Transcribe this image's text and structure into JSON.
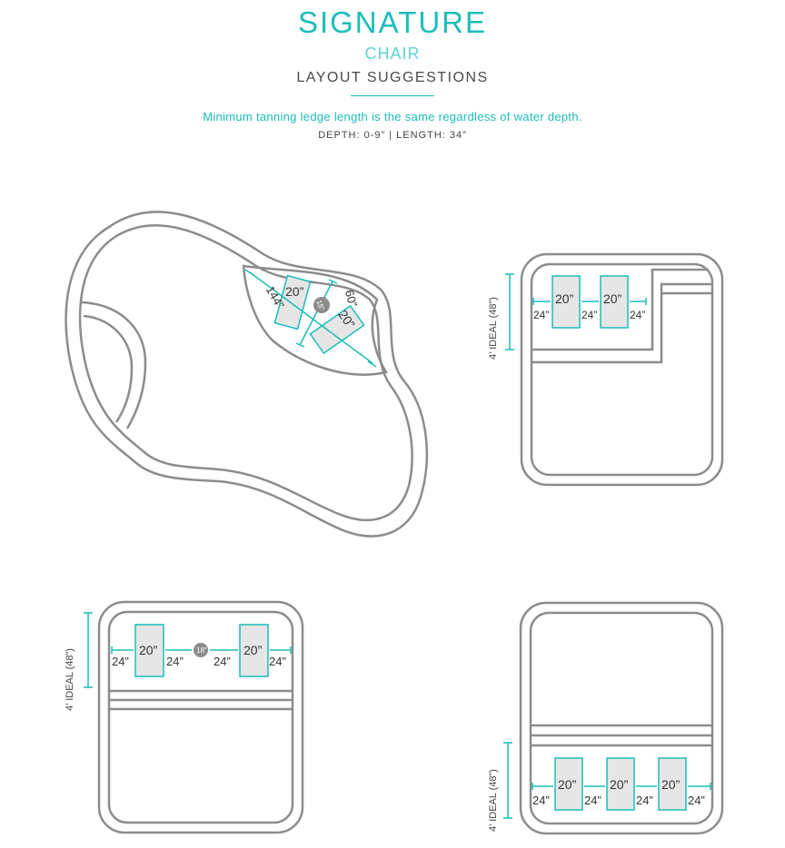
{
  "header": {
    "title": "SIGNATURE",
    "subtitle": "CHAIR",
    "section": "LAYOUT SUGGESTIONS",
    "note": "Minimum tanning ledge length is the same regardless of water depth.",
    "spec": "DEPTH: 0-9” | LENGTH: 34”"
  },
  "colors": {
    "accent": "#1bbdb8",
    "outline": "#8c8c8c",
    "chair_fill": "#e6e6e6",
    "text": "#333333"
  },
  "labels": {
    "chair_width": "20”",
    "gap": "24”",
    "umbrella_gap": "18”",
    "depth": "4’ IDEAL (48”)",
    "freeform_long": "144”",
    "freeform_short": "60”"
  }
}
